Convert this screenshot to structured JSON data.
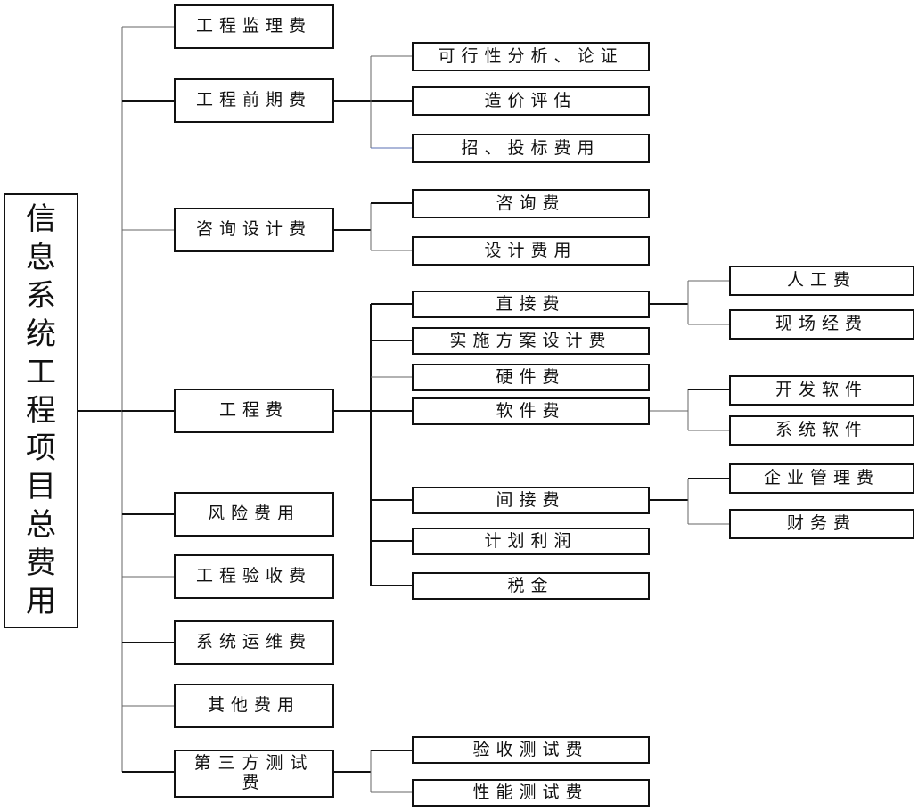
{
  "diagram": {
    "root": "信息系统工程项目总费用",
    "level1": [
      {
        "id": "supervision",
        "label": "工程监理费"
      },
      {
        "id": "preliminary",
        "label": "工程前期费"
      },
      {
        "id": "consulting_design",
        "label": "咨询设计费"
      },
      {
        "id": "engineering",
        "label": "工程费"
      },
      {
        "id": "risk",
        "label": "风险费用"
      },
      {
        "id": "acceptance",
        "label": "工程验收费"
      },
      {
        "id": "operation",
        "label": "系统运维费"
      },
      {
        "id": "other",
        "label": "其他费用"
      },
      {
        "id": "third_party",
        "label": "第三方测试费"
      }
    ],
    "level2": {
      "preliminary": [
        "可行性分析、论证",
        "造价评估",
        "招、投标费用"
      ],
      "consulting_design": [
        "咨询费",
        "设计费用"
      ],
      "engineering": [
        "直接费",
        "实施方案设计费",
        "硬件费",
        "软件费",
        "间接费",
        "计划利润",
        "税金"
      ],
      "third_party": [
        "验收测试费",
        "性能测试费"
      ]
    },
    "level3": {
      "direct": [
        "人工费",
        "现场经费"
      ],
      "software": [
        "开发软件",
        "系统软件"
      ],
      "indirect": [
        "企业管理费",
        "财务费"
      ]
    }
  }
}
